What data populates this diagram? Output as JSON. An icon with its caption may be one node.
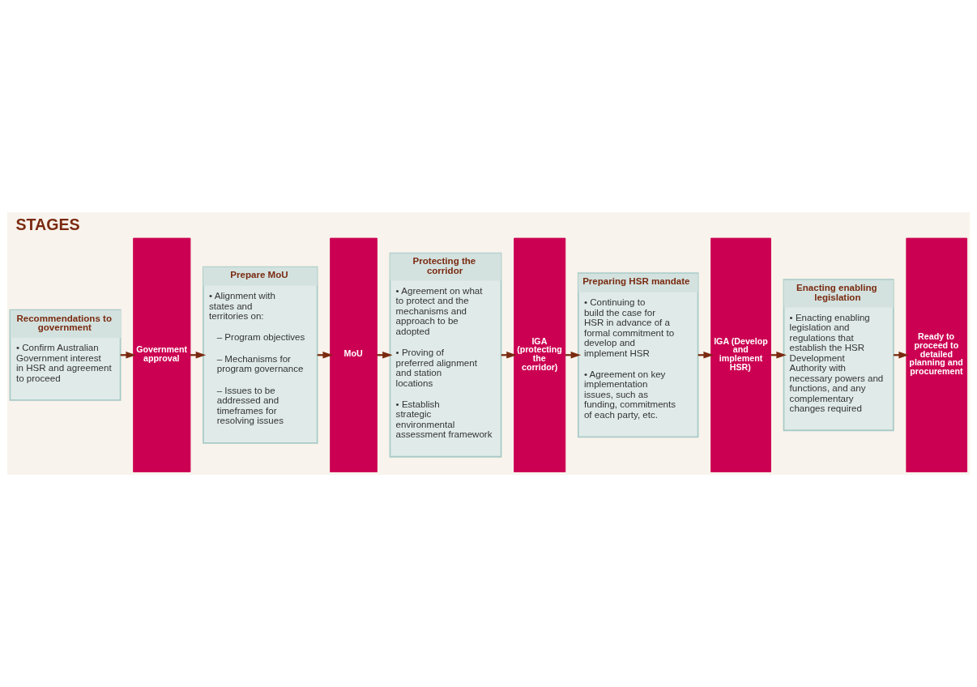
{
  "diagram": {
    "title": "STAGES",
    "nodes": [
      {
        "text": [
          "Recommendations to government",
          "• Confirm Australian Government interest in HSR and agreement to proceed"
        ]
      },
      {
        "text": [
          "Government approval"
        ]
      },
      {
        "text": [
          "Prepare MoU",
          "• Alignment with states and territories on:",
          "– Program objectives",
          "– Mechanisms for program governance",
          "– Issues to be addressed and timeframes for resolving issues"
        ]
      },
      {
        "text": [
          "MoU"
        ]
      },
      {
        "text": [
          "Protecting the corridor",
          "• Agreement on what to protect and the mechanisms and approach to be adopted",
          "• Proving of preferred alignment and station locations",
          "• Establish strategic environmental assessment framework"
        ]
      },
      {
        "text": [
          "IGA (protecting the corridor)"
        ]
      },
      {
        "text": [
          "Preparing HSR mandate",
          "• Continuing to build the case for HSR in advance of a formal commitment to develop and implement HSR",
          "• Agreement on key implementation issues, such as funding, commitments of each party, etc."
        ]
      },
      {
        "text": [
          "IGA (Develop and implement HSR)"
        ]
      },
      {
        "text": [
          "Enacting enabling legislation",
          "• Enacting enabling legislation and regulations that establish the HSR Development Authority with necessary powers and functions, and any complementary changes required"
        ]
      },
      {
        "text": [
          "Ready to proceed to detailed planning and procurement"
        ]
      }
    ],
    "edges": [
      {
        "from": 0,
        "to": 1,
        "arrow": "to"
      },
      {
        "from": 1,
        "to": 2,
        "arrow": "to"
      },
      {
        "from": 2,
        "to": 3,
        "arrow": "to"
      },
      {
        "from": 3,
        "to": 4,
        "arrow": "to"
      },
      {
        "from": 4,
        "to": 5,
        "arrow": "to"
      },
      {
        "from": 5,
        "to": 6,
        "arrow": "to"
      },
      {
        "from": 6,
        "to": 7,
        "arrow": "to"
      },
      {
        "from": 7,
        "to": 8,
        "arrow": "to"
      },
      {
        "from": 8,
        "to": 9,
        "arrow": "to"
      }
    ]
  }
}
